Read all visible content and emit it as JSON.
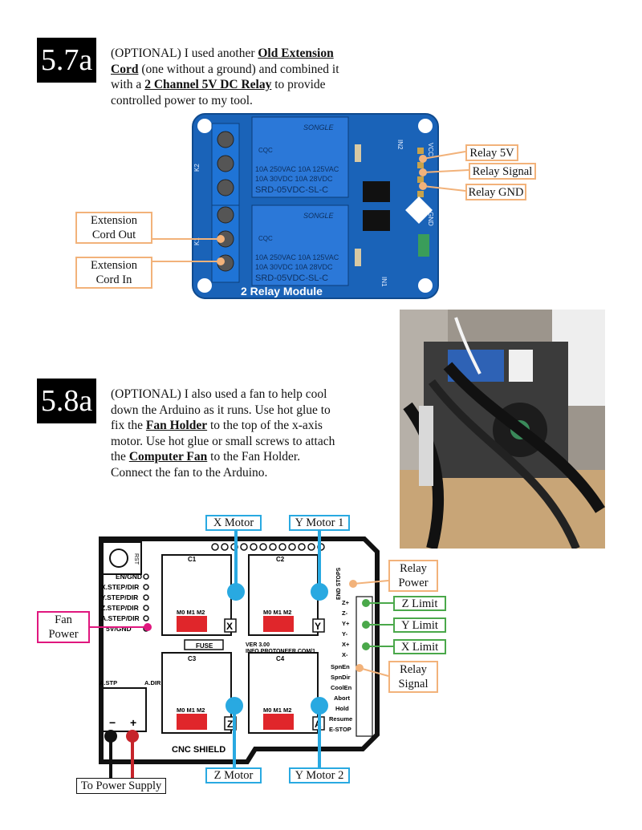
{
  "step_a": {
    "number": "5.7a",
    "intro": "(OPTIONAL) I used another ",
    "b1": "Old Extension Cord",
    "mid": " (one without a ground) and combined it with a ",
    "b2": "2 Channel 5V DC Relay",
    "outro": " to provide controlled power to my tool."
  },
  "relay_module": {
    "brand": "SONGLE",
    "rating_1": "10A 250VAC  10A 125VAC",
    "rating_2": "10A 30VDC   10A 28VDC",
    "model": "SRD-05VDC-SL-C",
    "board_label": "2 Relay Module",
    "cert": "CQC",
    "pin_vcc": "VCC",
    "pin_gnd": "GND",
    "pin_in1": "IN1",
    "pin_in2": "IN2",
    "k1": "K1",
    "k2": "K2"
  },
  "relay_callouts": {
    "relay_5v": "Relay 5V",
    "relay_signal": "Relay Signal",
    "relay_gnd": "Relay GND",
    "ext_out": "Extension\nCord Out",
    "ext_in": "Extension\nCord In"
  },
  "step_b": {
    "number": "5.8a",
    "intro": "(OPTIONAL) I also used a fan to help cool down the Arduino as it runs. Use hot glue to fix the ",
    "b1": "Fan Holder",
    "mid": " to the top of the x-axis motor.  Use hot glue or small screws to attach the ",
    "b2": "Computer Fan",
    "outro": " to the Fan Holder. Connect the fan to the Arduino."
  },
  "cnc_shield": {
    "title": "CNC SHIELD",
    "version": "VER 3.00",
    "url": "INFO.PROTONEER.COM/1",
    "fuse": "FUSE",
    "rst": "RST",
    "left_pins": [
      "EN/GND",
      "X.STEP/DIR",
      "Y.STEP/DIR",
      "Z.STEP/DIR",
      "A.STEP/DIR",
      "5V/GND"
    ],
    "axis_letters": [
      "X",
      "Y",
      "Z",
      "A"
    ],
    "microstep": "M0 M1 M2",
    "end_stops": "END STOPS",
    "limit_pins": [
      "Z+",
      "Z-",
      "Y+",
      "Y-",
      "X+",
      "X-"
    ],
    "control_pins": [
      "SpnEn",
      "SpnDir",
      "CoolEn",
      "Abort",
      "Hold",
      "Resume",
      "E-STOP"
    ],
    "a_stp": "A.STP",
    "a_dir": "A.DIR",
    "terminal_minus": "−",
    "terminal_plus": "+",
    "cap_labels": [
      "C1",
      "C2",
      "C3",
      "C4"
    ]
  },
  "cnc_callouts": {
    "x_motor": "X Motor",
    "y_motor_1": "Y Motor 1",
    "z_motor": "Z Motor",
    "y_motor_2": "Y Motor 2",
    "fan_power": "Fan\nPower",
    "relay_power": "Relay\nPower",
    "z_limit": "Z Limit",
    "y_limit": "Y Limit",
    "x_limit": "X Limit",
    "relay_signal": "Relay\nSignal",
    "to_power": "To Power Supply"
  },
  "colors": {
    "callout_orange": "#f2b27a",
    "callout_blue": "#29a9e1",
    "callout_green": "#4aa84a",
    "callout_pink": "#e0177e",
    "relay_board": "#1a63b8"
  }
}
